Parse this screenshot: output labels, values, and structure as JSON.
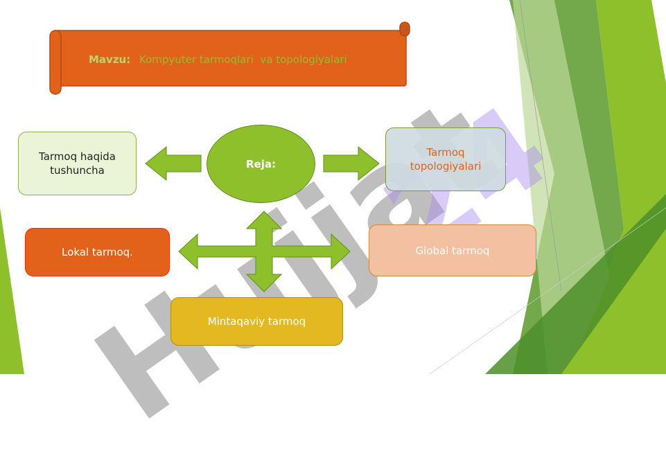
{
  "slide": {
    "title_label": "Mavzu:",
    "title_text": "Kompyuter tarmoqlari  va topologiyalari",
    "center": "Reja:",
    "boxes": {
      "concept": "Tarmoq haqida tushuncha",
      "topologies": "Tarmoq topologiyalari",
      "local": "Lokal tarmoq.",
      "global": "Global tarmoq",
      "regional": "Mintaqaviy tarmoq"
    }
  },
  "watermark": {
    "text": "Hujjat24"
  },
  "colors": {
    "orange": "#e2621b",
    "green": "#8dc02a",
    "light_green": "#ebf4d6",
    "blue_gray": "#cfdbe0",
    "peach": "#f3c0a2",
    "yellow": "#e4b820"
  }
}
